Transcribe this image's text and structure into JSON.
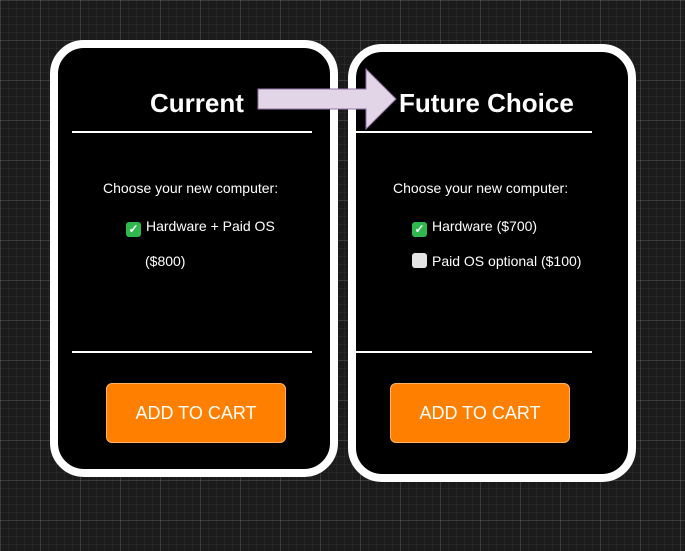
{
  "cards": {
    "current": {
      "title": "Current",
      "prompt": "Choose your new computer:",
      "option_1": "Hardware + Paid OS",
      "option_1_price": "($800)",
      "option_1_checked": true,
      "button_label": "ADD TO CART"
    },
    "future": {
      "title": "Future Choice",
      "prompt": "Choose your new computer:",
      "option_1": "Hardware ($700)",
      "option_1_checked": true,
      "option_2": "Paid OS optional ($100)",
      "option_2_checked": false,
      "button_label": "ADD TO CART"
    }
  },
  "arrow": {
    "direction": "right",
    "color": "#e1d5e7"
  },
  "colors": {
    "button": "#ff8000",
    "card_background": "#000000",
    "card_border": "#ffffff",
    "checked_box": "#2fb84e",
    "unchecked_box": "#e4e4e4"
  }
}
